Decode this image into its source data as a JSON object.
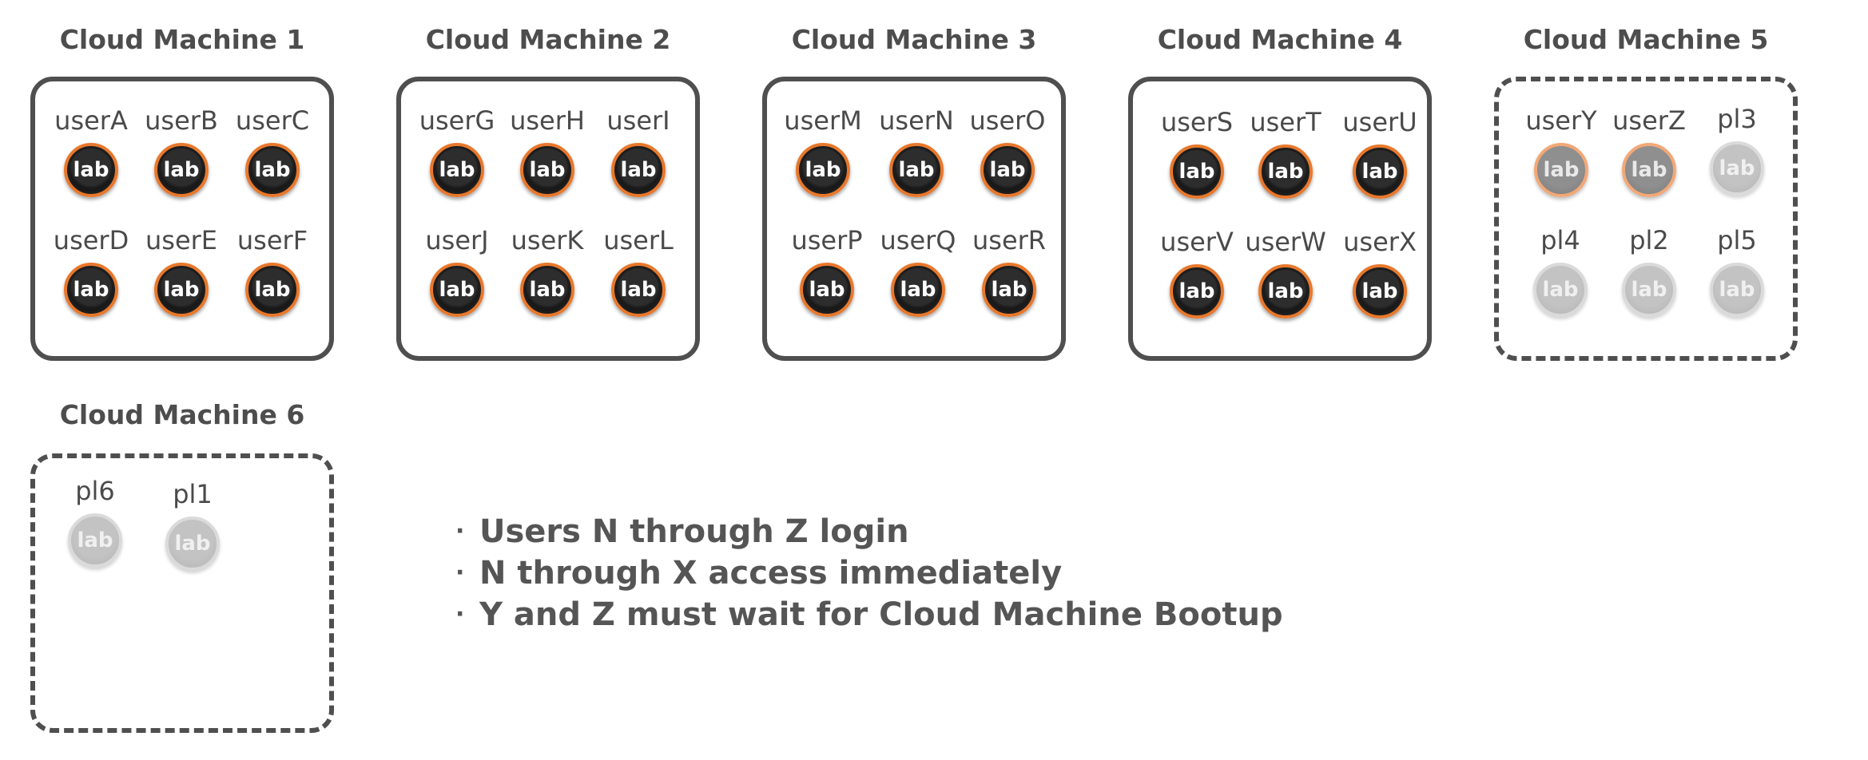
{
  "machines": [
    {
      "title": "Cloud Machine 1",
      "users": [
        {
          "label": "userA",
          "state": "active"
        },
        {
          "label": "userB",
          "state": "active"
        },
        {
          "label": "userC",
          "state": "active"
        },
        {
          "label": "userD",
          "state": "active"
        },
        {
          "label": "userE",
          "state": "active"
        },
        {
          "label": "userF",
          "state": "active"
        }
      ]
    },
    {
      "title": "Cloud Machine 2",
      "users": [
        {
          "label": "userG",
          "state": "active"
        },
        {
          "label": "userH",
          "state": "active"
        },
        {
          "label": "userI",
          "state": "active"
        },
        {
          "label": "userJ",
          "state": "active"
        },
        {
          "label": "userK",
          "state": "active"
        },
        {
          "label": "userL",
          "state": "active"
        }
      ]
    },
    {
      "title": "Cloud Machine 3",
      "users": [
        {
          "label": "userM",
          "state": "active"
        },
        {
          "label": "userN",
          "state": "active"
        },
        {
          "label": "userO",
          "state": "active"
        },
        {
          "label": "userP",
          "state": "active"
        },
        {
          "label": "userQ",
          "state": "active"
        },
        {
          "label": "userR",
          "state": "active"
        }
      ]
    },
    {
      "title": "Cloud Machine 4",
      "users": [
        {
          "label": "userS",
          "state": "active"
        },
        {
          "label": "userT",
          "state": "active"
        },
        {
          "label": "userU",
          "state": "active"
        },
        {
          "label": "userV",
          "state": "active"
        },
        {
          "label": "userW",
          "state": "active"
        },
        {
          "label": "userX",
          "state": "active"
        }
      ]
    },
    {
      "title": "Cloud Machine 5",
      "users": [
        {
          "label": "userY",
          "state": "pending"
        },
        {
          "label": "userZ",
          "state": "pending"
        },
        {
          "label": "pl3",
          "state": "inactive"
        },
        {
          "label": "pl4",
          "state": "inactive"
        },
        {
          "label": "pl2",
          "state": "inactive"
        },
        {
          "label": "pl5",
          "state": "inactive"
        }
      ]
    },
    {
      "title": "Cloud Machine 6",
      "users": [
        {
          "label": "pl6",
          "state": "inactive"
        },
        {
          "label": "pl1",
          "state": "inactive"
        }
      ]
    }
  ],
  "icon_text": "lab",
  "icon_name": "lab-icon",
  "colors": {
    "accent_orange": "#e8782c",
    "box_border": "#4f4f4f",
    "text": "#4a4a4a"
  },
  "notes": [
    "Users N through Z login",
    "N through X access immediately",
    "Y and Z must wait for Cloud Machine Bootup"
  ],
  "bullet_char": "·"
}
